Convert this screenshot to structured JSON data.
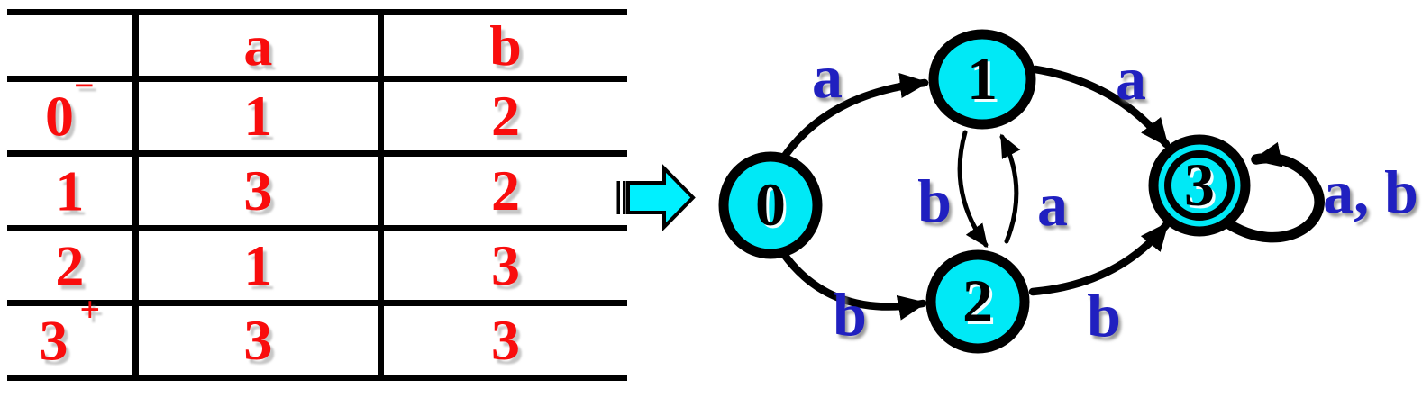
{
  "table": {
    "headers": [
      "",
      "a",
      "b"
    ],
    "rows": [
      {
        "state": "0",
        "marker": "−",
        "a": "1",
        "b": "2"
      },
      {
        "state": "1",
        "marker": "",
        "a": "3",
        "b": "2"
      },
      {
        "state": "2",
        "marker": "",
        "a": "1",
        "b": "3"
      },
      {
        "state": "3",
        "marker": "+",
        "a": "3",
        "b": "3"
      }
    ],
    "text_color": "#f90d0d",
    "grid_color": "#000000"
  },
  "transform_arrow": {
    "shape": "block-arrow-right",
    "fill": "#00f0ff",
    "outline": "#000000"
  },
  "diagram": {
    "node_fill": "#00e9f6",
    "node_border": "#000000",
    "edge_color": "#000000",
    "label_color": "#2020c0",
    "states": [
      {
        "id": "0",
        "start": true,
        "accepting": false
      },
      {
        "id": "1",
        "start": false,
        "accepting": false
      },
      {
        "id": "2",
        "start": false,
        "accepting": false
      },
      {
        "id": "3",
        "start": false,
        "accepting": true
      }
    ],
    "transitions": [
      {
        "from": "0",
        "to": "1",
        "label": "a"
      },
      {
        "from": "0",
        "to": "2",
        "label": "b"
      },
      {
        "from": "1",
        "to": "3",
        "label": "a"
      },
      {
        "from": "1",
        "to": "2",
        "label": "b"
      },
      {
        "from": "2",
        "to": "1",
        "label": "a"
      },
      {
        "from": "2",
        "to": "3",
        "label": "b"
      },
      {
        "from": "3",
        "to": "3",
        "label": "a, b"
      }
    ]
  }
}
